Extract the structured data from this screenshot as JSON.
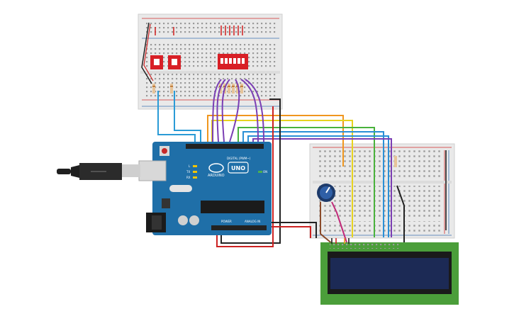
{
  "colors": {
    "board_blue": "#1f6fa8",
    "breadboard": "#e9e9e9",
    "rail_red": "#d22b2b",
    "rail_blue": "#3a6fb0",
    "lcd_green": "#4b9e3a",
    "lcd_screen": "#1c2a55",
    "switch_red": "#d81f26",
    "wire_orange": "#f0961e",
    "wire_yellow": "#e7d31f",
    "wire_green": "#49b23c",
    "wire_blue": "#2a8fd6",
    "wire_purple": "#7b3fb4",
    "wire_black": "#222222",
    "wire_red": "#cc2222",
    "wire_brown": "#8a4a2a",
    "wire_pink": "#c22a7a"
  },
  "arduino": {
    "brand": "ARDUINO",
    "model": "UNO",
    "digital_label": "DIGITAL (PWM~)",
    "power_label": "POWER",
    "analog_label": "ANALOG IN",
    "l_label": "L",
    "tx_label": "TX",
    "rx_label": "RX",
    "on_label": "ON"
  },
  "icons": {
    "usb": "usb-connector-icon",
    "power_jack": "dc-power-jack-icon",
    "potentiometer": "potentiometer-knob-icon"
  }
}
